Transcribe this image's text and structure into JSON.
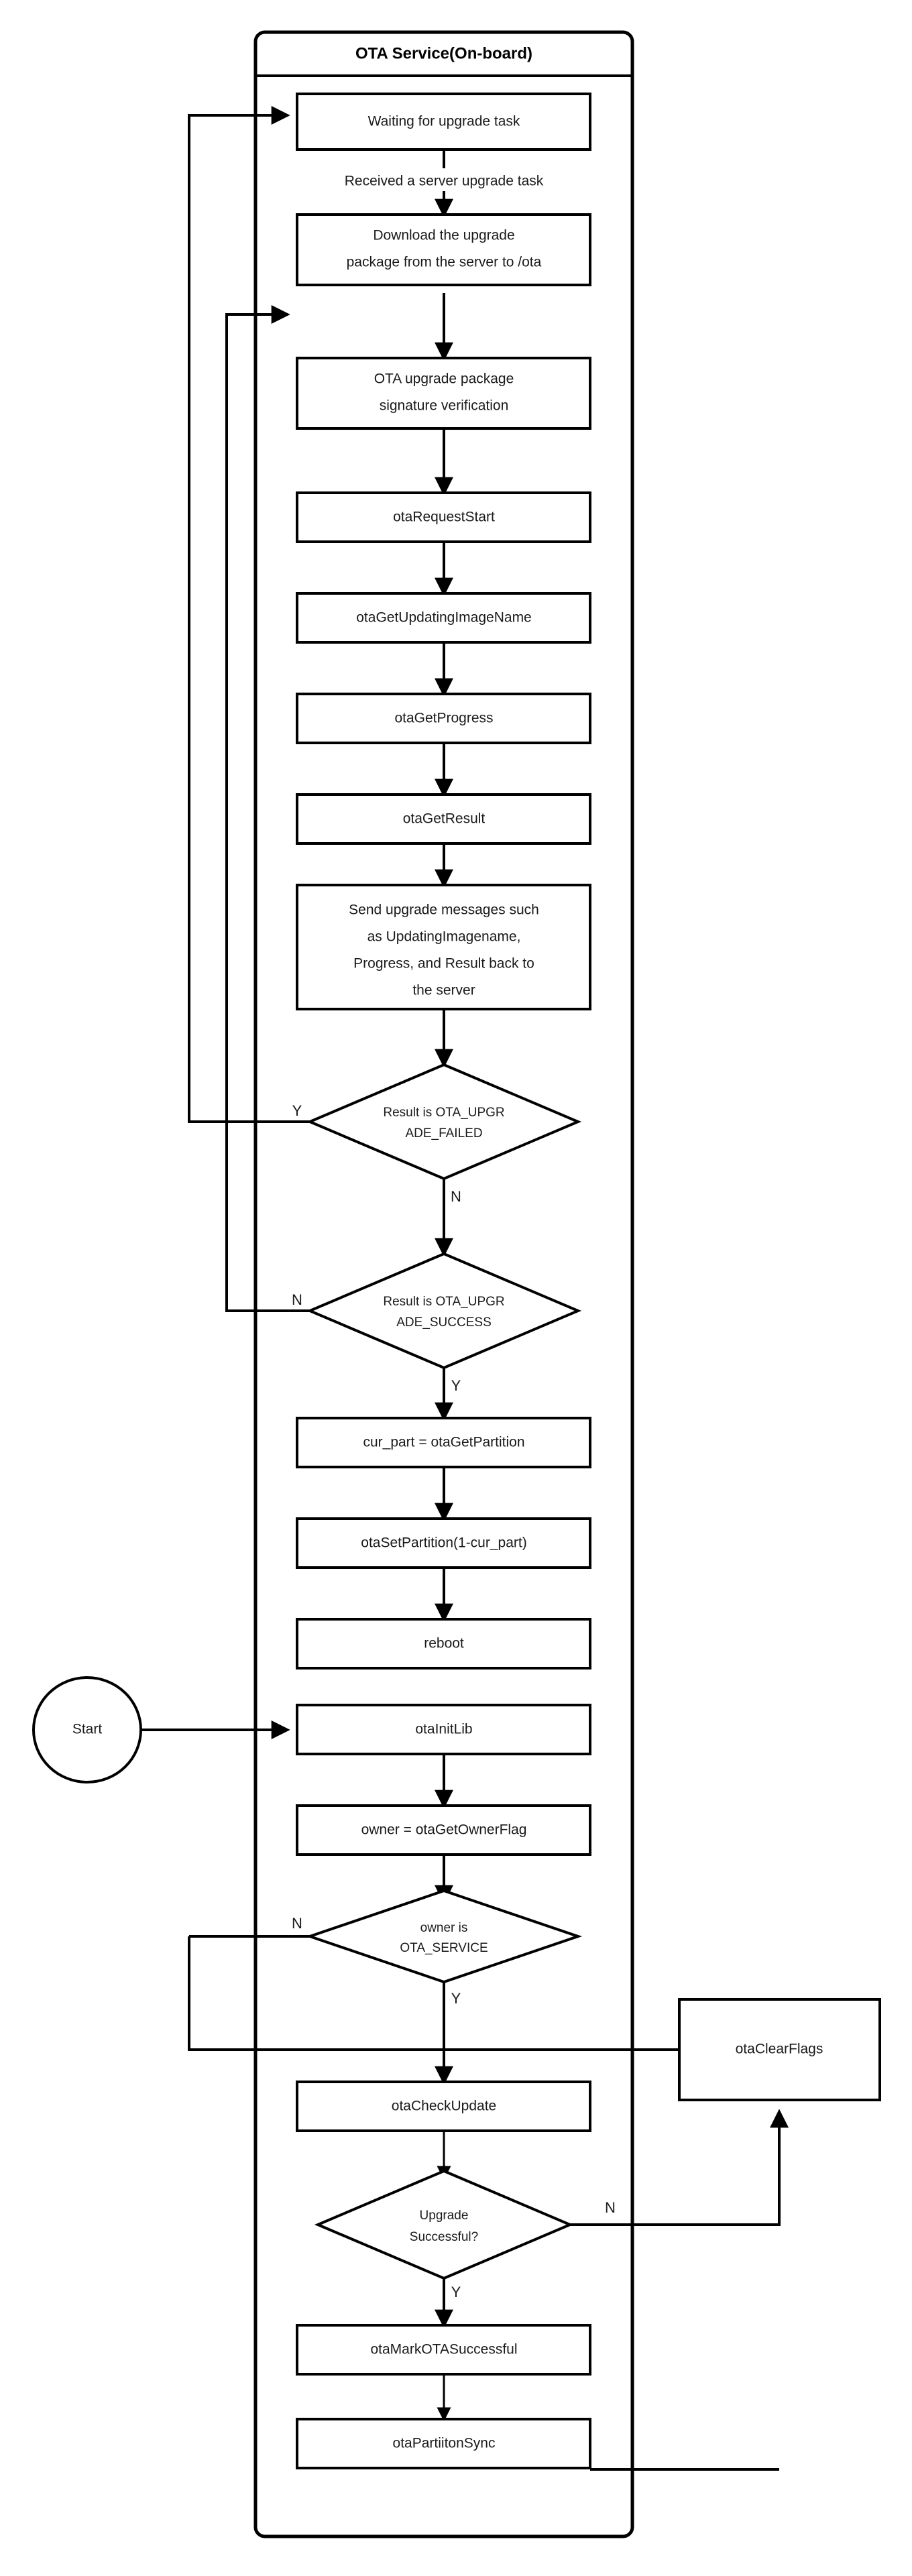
{
  "diagram": {
    "type": "flowchart",
    "title": "OTA Service(On-board)",
    "background": "#ffffff",
    "stroke_color": "#000000",
    "text_color": "#1a1a1a"
  },
  "lane": {
    "title": "OTA Service(On-board)"
  },
  "terminators": [
    {
      "id": "start",
      "label": "Start",
      "shape": "ellipse"
    }
  ],
  "nodes": [
    {
      "id": "n1",
      "label": "Waiting for upgrade task",
      "shape": "process"
    },
    {
      "id": "n2",
      "label": "Download the upgrade\npackage from the server to /ota",
      "line1": "Download the upgrade",
      "line2": "package from the server to /ota",
      "shape": "process"
    },
    {
      "id": "n3",
      "label": "OTA upgrade package\nsignature verification",
      "line1": "OTA upgrade package",
      "line2": "signature verification",
      "shape": "process"
    },
    {
      "id": "n4",
      "label": "otaRequestStart",
      "shape": "process"
    },
    {
      "id": "n5",
      "label": "otaGetUpdatingImageName",
      "shape": "process"
    },
    {
      "id": "n6",
      "label": "otaGetProgress",
      "shape": "process"
    },
    {
      "id": "n7",
      "label": "otaGetResult",
      "shape": "process"
    },
    {
      "id": "n8",
      "label": "Send upgrade messages such as UpdatingImagename, Progress, and Result back to the server",
      "line1": "Send upgrade messages such",
      "line2": "as UpdatingImagename,",
      "line3": "Progress, and Result back to",
      "line4": "the server",
      "shape": "process"
    },
    {
      "id": "n9",
      "label": "cur_part = otaGetPartition",
      "shape": "process"
    },
    {
      "id": "n10",
      "label": "otaSetPartition(1-cur_part)",
      "shape": "process"
    },
    {
      "id": "n11",
      "label": "reboot",
      "shape": "process"
    },
    {
      "id": "n12",
      "label": "otaInitLib",
      "shape": "process"
    },
    {
      "id": "n13",
      "label": "owner = otaGetOwnerFlag",
      "shape": "process"
    },
    {
      "id": "n14",
      "label": "otaCheckUpdate",
      "shape": "process"
    },
    {
      "id": "n15",
      "label": "otaMarkOTASuccessful",
      "shape": "process"
    },
    {
      "id": "n16",
      "label": "otaPartiitonSync",
      "shape": "process"
    },
    {
      "id": "n17",
      "label": "otaClearFlags",
      "shape": "process"
    }
  ],
  "decisions": [
    {
      "id": "d1",
      "line1": "Result is OTA_UPGR",
      "line2": "ADE_FAILED",
      "yes": "Y",
      "no": "N"
    },
    {
      "id": "d2",
      "line1": "Result is OTA_UPGR",
      "line2": "ADE_SUCCESS",
      "yes": "Y",
      "no": "N"
    },
    {
      "id": "d3",
      "line1": "owner is",
      "line2": "OTA_SERVICE",
      "yes": "Y",
      "no": "N"
    },
    {
      "id": "d4",
      "line1": "Upgrade",
      "line2": "Successful?",
      "yes": "Y",
      "no": "N"
    }
  ],
  "edge_labels": {
    "received_task": "Received a server upgrade task",
    "d1_yes": "Y",
    "d1_no": "N",
    "d2_yes": "Y",
    "d2_no": "N",
    "d3_yes": "Y",
    "d3_no": "N",
    "d4_yes": "Y",
    "d4_no": "N"
  }
}
